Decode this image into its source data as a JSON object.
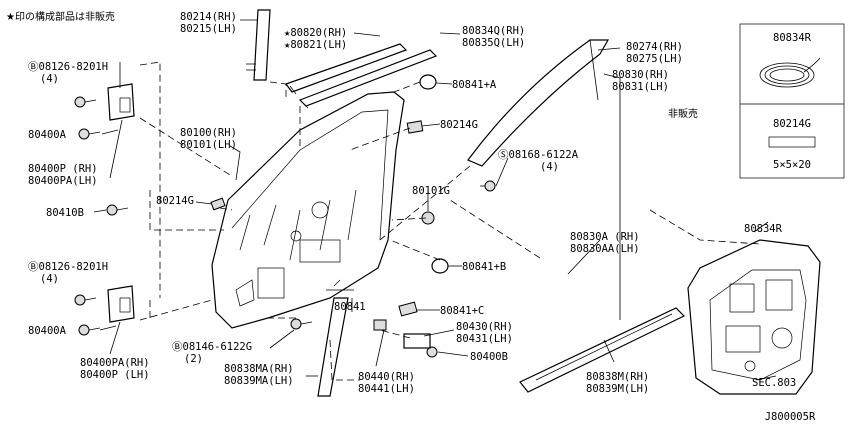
{
  "note_top": "★印の構成部品は非販売",
  "not_sold": "非販売",
  "diagram_id": "J800005R",
  "labels": {
    "l80214": [
      "80214(RH)",
      "80215(LH)"
    ],
    "l80820": [
      "★80820(RH)",
      "★80821(LH)"
    ],
    "l80834Q": [
      "80834Q(RH)",
      "80835Q(LH)"
    ],
    "l08126a": [
      "Ⓑ08126-8201H",
      "(4)"
    ],
    "l80841A": "80841+A",
    "l80274": [
      "80274(RH)",
      "80275(LH)"
    ],
    "l80830": [
      "80830(RH)",
      "80831(LH)"
    ],
    "l80400A1": "80400A",
    "l80214G_mid": "80214G",
    "l80400P": [
      "80400P (RH)",
      "80400PA(LH)"
    ],
    "l80100": [
      "80100(RH)",
      "80101(LH)"
    ],
    "l08168": [
      "Ⓢ08168-6122A",
      "(4)"
    ],
    "l80101G": "80101G",
    "l80214G_left": "80214G",
    "l80410B": "80410B",
    "l80830A": [
      "80830A (RH)",
      "80830AA(LH)"
    ],
    "l80841B": "80841+B",
    "l08126b": [
      "Ⓑ08126-8201H",
      "(4)"
    ],
    "l80834R_panel": "80834R",
    "l80841": "80841",
    "l80841C": "80841+C",
    "l80400A2": "80400A",
    "l80430": [
      "80430(RH)",
      "80431(LH)"
    ],
    "l80400PA": [
      "80400PA(RH)",
      "80400P (LH)"
    ],
    "l08146": [
      "Ⓑ08146-6122G",
      "(2)"
    ],
    "l80400B": "80400B",
    "l80838MA": [
      "80838MA(RH)",
      "80839MA(LH)"
    ],
    "l80440": [
      "80440(RH)",
      "80441(LH)"
    ],
    "l80838M": [
      "80838M(RH)",
      "80839M(LH)"
    ],
    "lSEC803": "SEC.803"
  },
  "legend_box": {
    "item1": "80834R",
    "item2": "80214G",
    "item2_size": "5×5×20"
  }
}
